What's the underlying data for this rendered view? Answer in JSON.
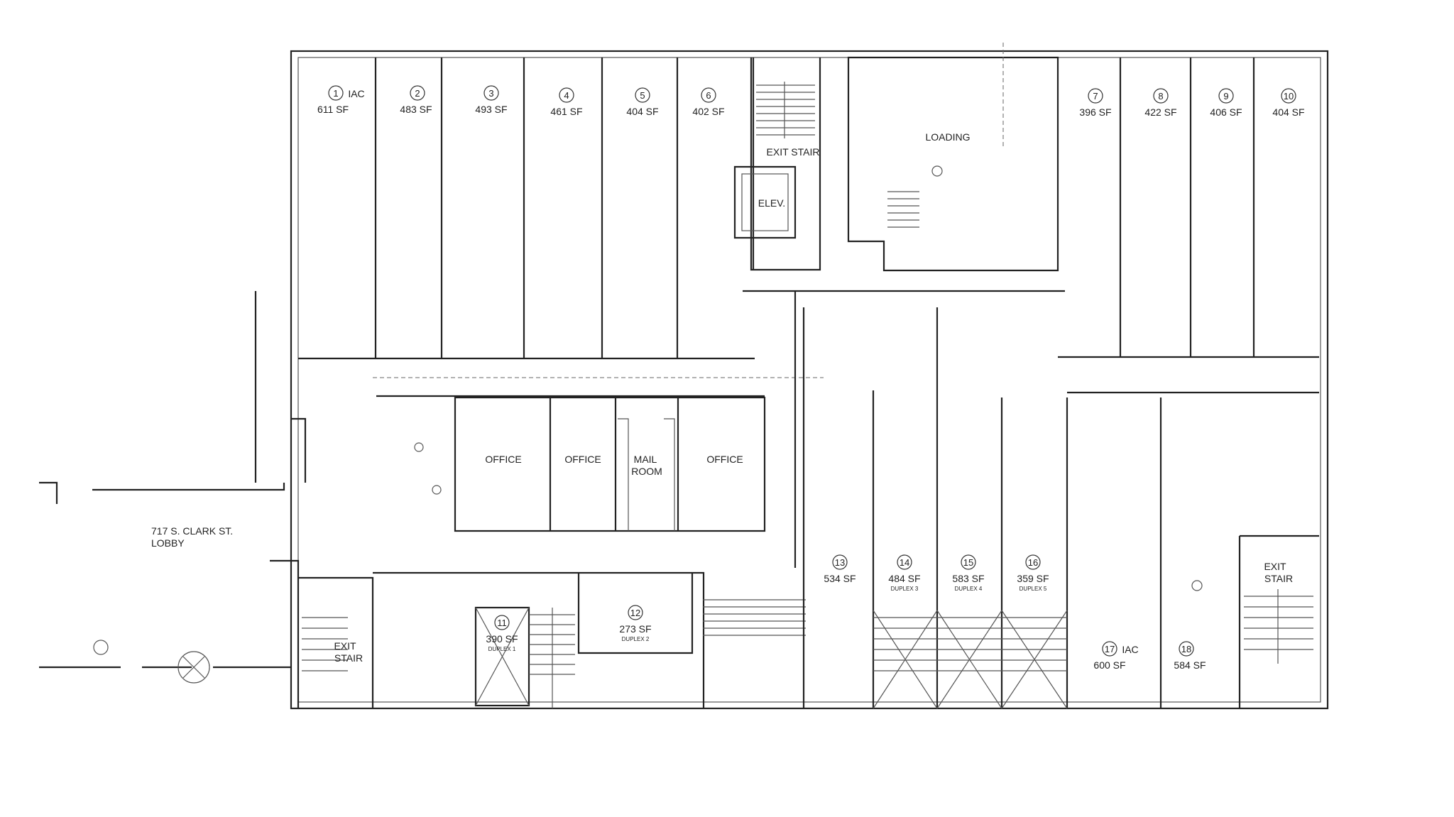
{
  "units": [
    {
      "num": "1",
      "tag": "IAC",
      "area": "611 SF"
    },
    {
      "num": "2",
      "area": "483 SF"
    },
    {
      "num": "3",
      "area": "493 SF"
    },
    {
      "num": "4",
      "area": "461 SF"
    },
    {
      "num": "5",
      "area": "404 SF"
    },
    {
      "num": "6",
      "area": "402 SF"
    },
    {
      "num": "7",
      "area": "396 SF"
    },
    {
      "num": "8",
      "area": "422 SF"
    },
    {
      "num": "9",
      "area": "406 SF"
    },
    {
      "num": "10",
      "area": "404 SF"
    },
    {
      "num": "11",
      "area": "390 SF",
      "sub": "DUPLEX 1"
    },
    {
      "num": "12",
      "area": "273 SF",
      "sub": "DUPLEX 2"
    },
    {
      "num": "13",
      "area": "534 SF"
    },
    {
      "num": "14",
      "area": "484 SF",
      "sub": "DUPLEX 3"
    },
    {
      "num": "15",
      "area": "583 SF",
      "sub": "DUPLEX 4"
    },
    {
      "num": "16",
      "area": "359 SF",
      "sub": "DUPLEX 5"
    },
    {
      "num": "17",
      "tag": "IAC",
      "area": "600 SF"
    },
    {
      "num": "18",
      "area": "584 SF"
    }
  ],
  "rooms": {
    "exit_stair_top": "EXIT STAIR",
    "elevator": "ELEV.",
    "loading": "LOADING",
    "office_1": "OFFICE",
    "office_2": "OFFICE",
    "mail_room_1": "MAIL",
    "mail_room_2": "ROOM",
    "office_3": "OFFICE",
    "exit_stair_left_1": "EXIT",
    "exit_stair_left_2": "STAIR",
    "exit_stair_right_1": "EXIT",
    "exit_stair_right_2": "STAIR"
  },
  "lobby": {
    "line1": "717 S. CLARK ST.",
    "line2": "LOBBY"
  }
}
